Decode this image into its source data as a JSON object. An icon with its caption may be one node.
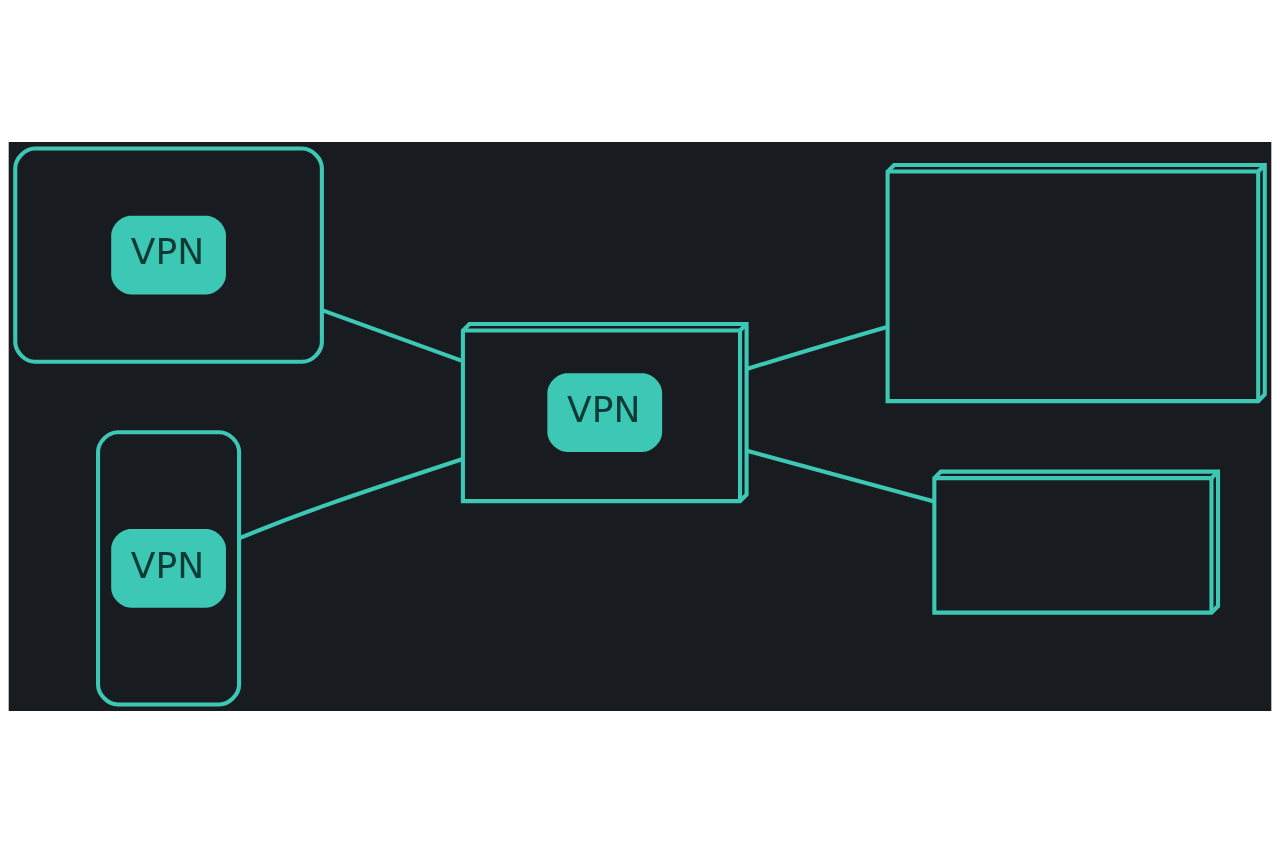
{
  "diagram": {
    "nodes": [
      {
        "text": [
          "VPN"
        ]
      },
      {
        "text": [
          "VPN"
        ]
      },
      {
        "text": [
          "VPN"
        ]
      },
      {
        "text": [],
        "shape": "picture"
      },
      {
        "text": [],
        "shape": "picture"
      }
    ],
    "edges": [
      {
        "from": 0,
        "to": 2,
        "arrow": "none"
      },
      {
        "from": 1,
        "to": 2,
        "arrow": "none"
      },
      {
        "from": 2,
        "to": 3,
        "arrow": "none"
      },
      {
        "from": 2,
        "to": 4,
        "arrow": "none"
      }
    ]
  }
}
